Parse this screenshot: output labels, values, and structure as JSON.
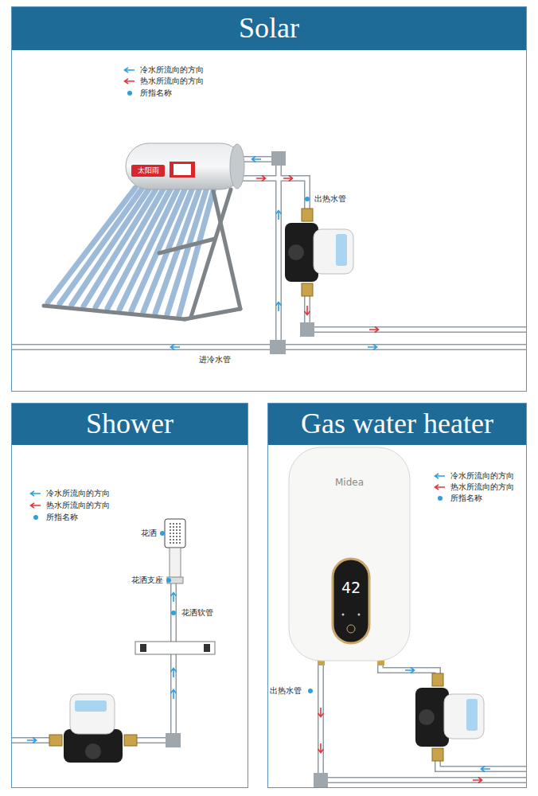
{
  "diagram": {
    "nodes": [
      {
        "text": [
          "Solar"
        ]
      },
      {
        "text": [
          "Shower"
        ]
      },
      {
        "text": [
          "Gas water heater"
        ]
      }
    ],
    "labels": [
      "太阳雨",
      "出热水管",
      "进冷水管",
      "花洒",
      "花洒支座",
      "花洒软管",
      "Midea",
      "42",
      "出热水管"
    ],
    "legend": [
      {
        "text": "冷水所流向的方向"
      },
      {
        "text": "热水所流向的方向"
      },
      {
        "text": "所指名称"
      },
      {
        "text": "冷水所流向的方向"
      },
      {
        "text": "热水所流向的方向"
      },
      {
        "text": "所指名称"
      },
      {
        "text": "冷水所流向的方向"
      },
      {
        "text": "热水所流向的方向"
      },
      {
        "text": "所指名称"
      }
    ]
  }
}
